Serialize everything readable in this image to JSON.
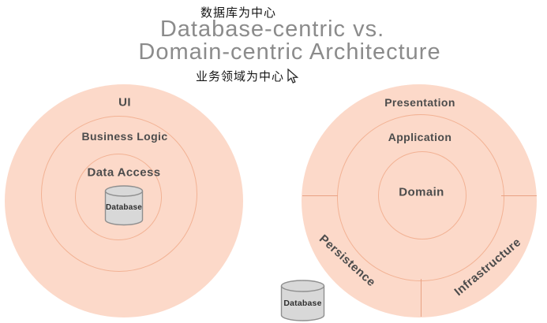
{
  "annotations": {
    "database_centric_zh": "数据库为中心",
    "domain_centric_zh": "业务领域为中心"
  },
  "title": {
    "line1": "Database-centric vs.",
    "line2": "Domain-centric Architecture"
  },
  "left_diagram": {
    "name": "Database-centric architecture (concentric rings)",
    "ring_labels": [
      "UI",
      "Business Logic",
      "Data Access"
    ],
    "database_label": "Database"
  },
  "right_diagram": {
    "name": "Domain-centric architecture (concentric rings)",
    "ring_labels": [
      "Presentation",
      "Application",
      "Domain"
    ],
    "section_labels": [
      "Persistence",
      "Infrastructure"
    ],
    "database_label": "Database"
  },
  "colors": {
    "circle_fill": "#fcd9c9",
    "ring_stroke": "#f2b294",
    "divider_line": "#e8a284",
    "ring_label_text": "#4c4c4c",
    "title_text": "#8b8b8b",
    "annotation_text": "#161616",
    "cylinder_fill": "#d8d8d8",
    "cylinder_stroke": "#8f8f8f",
    "cylinder_label_text": "#2e2e2e"
  }
}
